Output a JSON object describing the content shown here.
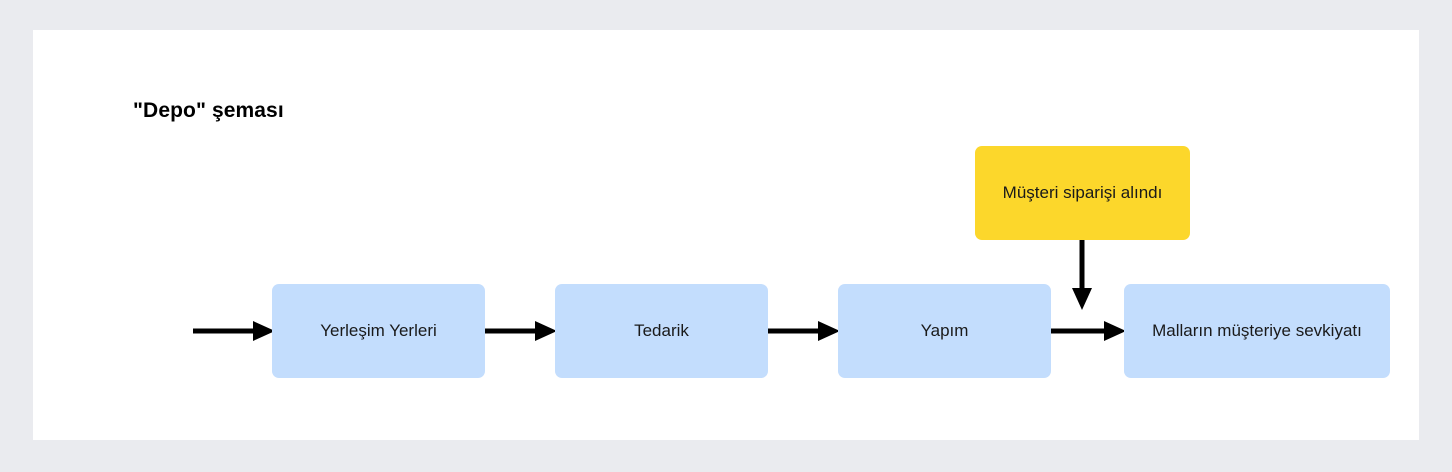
{
  "page": {
    "background_color": "#eaebef",
    "card_background_color": "#ffffff"
  },
  "diagram": {
    "title": "\"Depo\" şeması",
    "colors": {
      "node_blue": "#c3ddfd",
      "node_yellow": "#fcd72b",
      "arrow": "#000000",
      "text": "#1a1a1a"
    },
    "nodes": [
      {
        "id": "yerlesim-yerleri",
        "label": "Yerleşim Yerleri",
        "color": "#c3ddfd"
      },
      {
        "id": "tedarik",
        "label": "Tedarik",
        "color": "#c3ddfd"
      },
      {
        "id": "yapim",
        "label": "Yapım",
        "color": "#c3ddfd"
      },
      {
        "id": "mallarin-musteriye-sevkiyati",
        "label": "Malların müşteriye sevkiyatı",
        "color": "#c3ddfd"
      },
      {
        "id": "musteri-siparisi-alindi",
        "label": "Müşteri siparişi alındı",
        "color": "#fcd72b"
      }
    ],
    "connections": [
      {
        "id": "input-arrow",
        "from": "",
        "to": "yerlesim-yerleri",
        "direction": "right"
      },
      {
        "id": "yerlesim-to-tedarik",
        "from": "yerlesim-yerleri",
        "to": "tedarik",
        "direction": "right"
      },
      {
        "id": "tedarik-to-yapim",
        "from": "tedarik",
        "to": "yapim",
        "direction": "right"
      },
      {
        "id": "yapim-to-sevkiyat",
        "from": "yapim",
        "to": "mallarin-musteriye-sevkiyati",
        "direction": "right"
      },
      {
        "id": "siparis-to-sevkiyat",
        "from": "musteri-siparisi-alindi",
        "to": "mallarin-musteriye-sevkiyati",
        "direction": "down"
      }
    ]
  }
}
